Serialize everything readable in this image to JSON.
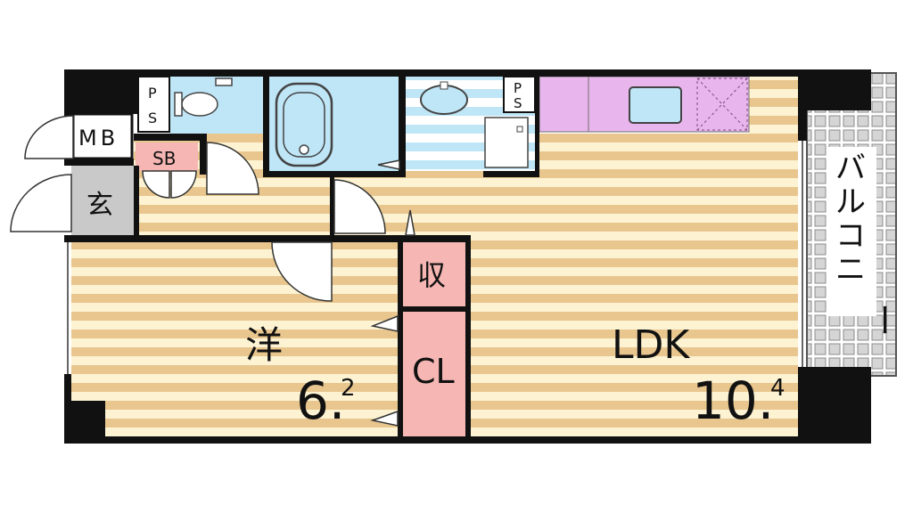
{
  "floor_plan": {
    "rooms": {
      "western_room": {
        "label": "洋",
        "size_main": "6.",
        "size_sub": "2"
      },
      "ldk": {
        "label": "LDK",
        "size_main": "10.",
        "size_sub": "4"
      },
      "balcony": {
        "label": [
          "バ",
          "ル",
          "コ",
          "ニ",
          "ー"
        ]
      },
      "entrance": {
        "label": "玄"
      },
      "storage": {
        "label": "収"
      },
      "closet": {
        "label": "CL"
      },
      "shoe_box": {
        "label": "SB"
      },
      "meter_box": {
        "label": "MB"
      },
      "pipe_space_left": {
        "label": [
          "P",
          "S"
        ]
      },
      "pipe_space_right": {
        "label": [
          "P",
          "S"
        ]
      }
    },
    "colors": {
      "wall": "#111111",
      "floor_light": "#fdf3d3",
      "floor_stripe": "#e8c68e",
      "water_area": "#bfe6f7",
      "kitchen": "#e8b6ec",
      "storage": "#f6b7b4",
      "entrance": "#c9c9c9",
      "balcony_grid": "#8c8c8c"
    }
  }
}
